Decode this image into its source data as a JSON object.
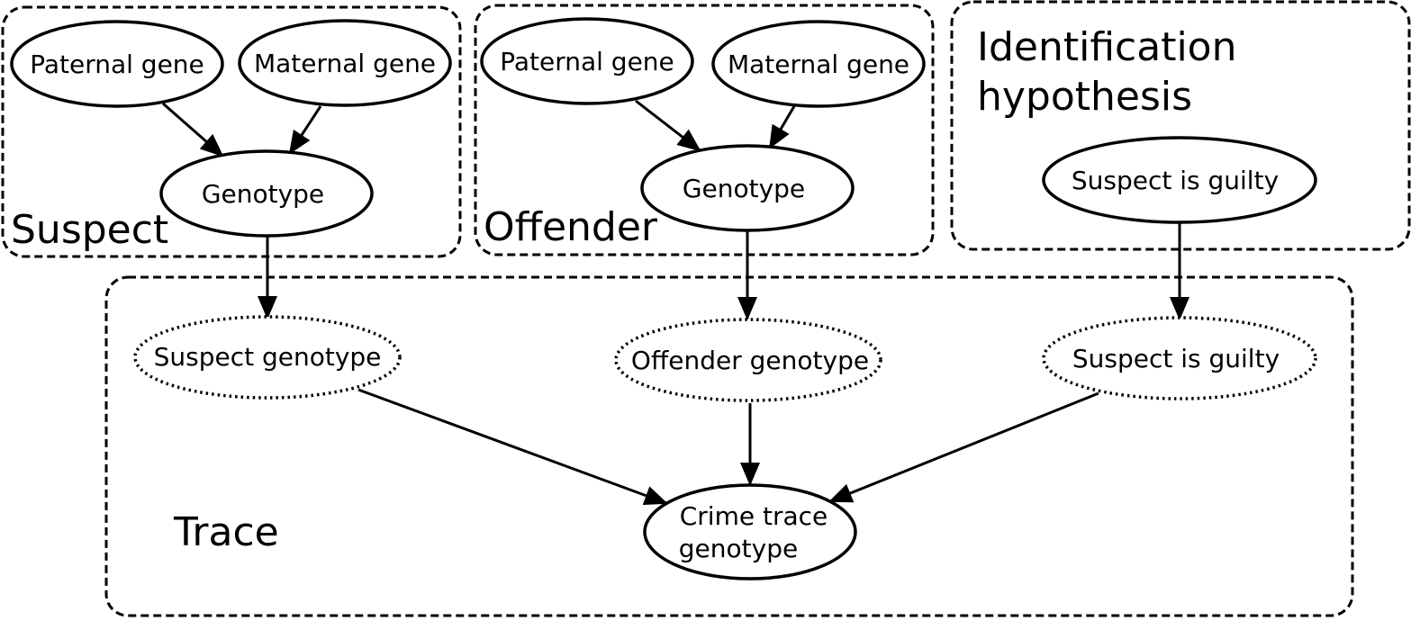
{
  "boxes": {
    "suspect": "Suspect",
    "offender": "Offender",
    "identification": [
      "Identification",
      "hypothesis"
    ],
    "trace": "Trace"
  },
  "nodes": {
    "suspect_paternal": "Paternal gene",
    "suspect_maternal": "Maternal gene",
    "suspect_genotype": "Genotype",
    "offender_paternal": "Paternal gene",
    "offender_maternal": "Maternal gene",
    "offender_genotype": "Genotype",
    "suspect_is_guilty": "Suspect is guilty",
    "trace_suspect_genotype": "Suspect genotype",
    "trace_offender_genotype": "Offender genotype",
    "trace_suspect_is_guilty": "Suspect is guilty",
    "crime_trace_genotype": [
      "Crime trace",
      "genotype"
    ]
  }
}
